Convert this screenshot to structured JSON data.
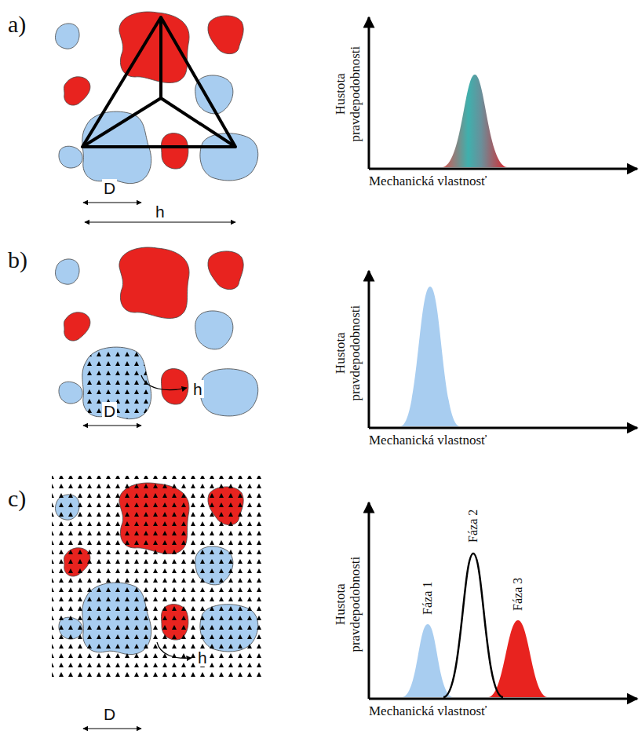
{
  "diagram": {
    "labels": [
      "a)",
      "D",
      "h",
      "Hustota pravdepodobnosti",
      "Mechanická vlastnosť",
      "b)",
      "D",
      "h",
      "Hustota pravdepodobnosti",
      "Mechanická vlastnosť",
      "c)",
      "D",
      "h",
      "Hustota pravdepodobnosti",
      "Mechanická vlastnosť",
      "Fáza 1",
      "Fáza 2",
      "Fáza 3"
    ]
  }
}
